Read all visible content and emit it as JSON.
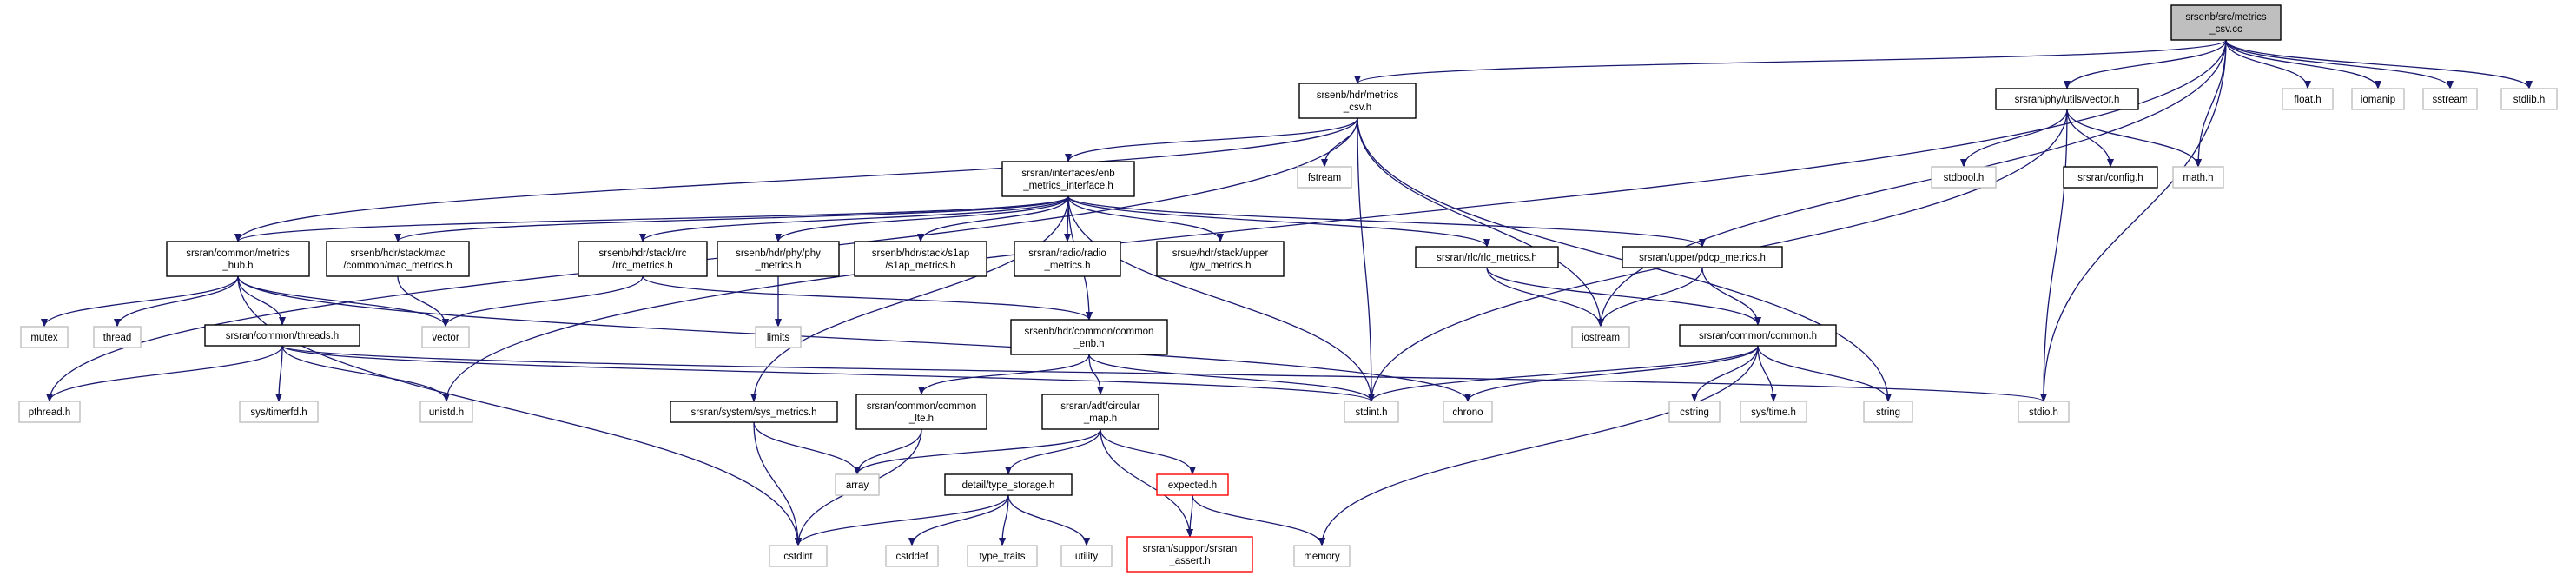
{
  "colors": {
    "edge": "#191970",
    "root_fill": "#bfbfbf",
    "node_border": "#000000",
    "external_border": "#bfbfbf",
    "error_border": "#ff0000"
  },
  "nodes": [
    {
      "id": "root",
      "lines": [
        "srsenb/src/metrics",
        "_csv.cc"
      ],
      "style": "root"
    },
    {
      "id": "metrics_csv",
      "lines": [
        "srsenb/hdr/metrics",
        "_csv.h"
      ],
      "style": "normal"
    },
    {
      "id": "vector_h",
      "lines": [
        "srsran/phy/utils/vector.h"
      ],
      "style": "normal"
    },
    {
      "id": "float_h",
      "lines": [
        "float.h"
      ],
      "style": "external"
    },
    {
      "id": "iomanip",
      "lines": [
        "iomanip"
      ],
      "style": "external"
    },
    {
      "id": "sstream",
      "lines": [
        "sstream"
      ],
      "style": "external"
    },
    {
      "id": "stdlib_h",
      "lines": [
        "stdlib.h"
      ],
      "style": "external"
    },
    {
      "id": "enb_metrics_interface",
      "lines": [
        "srsran/interfaces/enb",
        "_metrics_interface.h"
      ],
      "style": "normal"
    },
    {
      "id": "fstream",
      "lines": [
        "fstream"
      ],
      "style": "external"
    },
    {
      "id": "stdbool_h",
      "lines": [
        "stdbool.h"
      ],
      "style": "external"
    },
    {
      "id": "config_h",
      "lines": [
        "srsran/config.h"
      ],
      "style": "normal"
    },
    {
      "id": "math_h",
      "lines": [
        "math.h"
      ],
      "style": "external"
    },
    {
      "id": "metrics_hub",
      "lines": [
        "srsran/common/metrics",
        "_hub.h"
      ],
      "style": "normal"
    },
    {
      "id": "mac_metrics",
      "lines": [
        "srsenb/hdr/stack/mac",
        "/common/mac_metrics.h"
      ],
      "style": "normal"
    },
    {
      "id": "rrc_metrics",
      "lines": [
        "srsenb/hdr/stack/rrc",
        "/rrc_metrics.h"
      ],
      "style": "normal"
    },
    {
      "id": "phy_metrics",
      "lines": [
        "srsenb/hdr/phy/phy",
        "_metrics.h"
      ],
      "style": "normal"
    },
    {
      "id": "s1ap_metrics",
      "lines": [
        "srsenb/hdr/stack/s1ap",
        "/s1ap_metrics.h"
      ],
      "style": "normal"
    },
    {
      "id": "radio_metrics",
      "lines": [
        "srsran/radio/radio",
        "_metrics.h"
      ],
      "style": "normal"
    },
    {
      "id": "gw_metrics",
      "lines": [
        "srsue/hdr/stack/upper",
        "/gw_metrics.h"
      ],
      "style": "normal"
    },
    {
      "id": "rlc_metrics",
      "lines": [
        "srsran/rlc/rlc_metrics.h"
      ],
      "style": "normal"
    },
    {
      "id": "pdcp_metrics",
      "lines": [
        "srsran/upper/pdcp_metrics.h"
      ],
      "style": "normal"
    },
    {
      "id": "mutex",
      "lines": [
        "mutex"
      ],
      "style": "external"
    },
    {
      "id": "thread",
      "lines": [
        "thread"
      ],
      "style": "external"
    },
    {
      "id": "vector",
      "lines": [
        "vector"
      ],
      "style": "external"
    },
    {
      "id": "limits",
      "lines": [
        "limits"
      ],
      "style": "external"
    },
    {
      "id": "common_enb",
      "lines": [
        "srsenb/hdr/common/common",
        "_enb.h"
      ],
      "style": "normal"
    },
    {
      "id": "iostream",
      "lines": [
        "iostream"
      ],
      "style": "external"
    },
    {
      "id": "common_h",
      "lines": [
        "srsran/common/common.h"
      ],
      "style": "normal"
    },
    {
      "id": "threads_h",
      "lines": [
        "srsran/common/threads.h"
      ],
      "style": "normal"
    },
    {
      "id": "pthread_h",
      "lines": [
        "pthread.h"
      ],
      "style": "external"
    },
    {
      "id": "sys_timerfd",
      "lines": [
        "sys/timerfd.h"
      ],
      "style": "external"
    },
    {
      "id": "unistd_h",
      "lines": [
        "unistd.h"
      ],
      "style": "external"
    },
    {
      "id": "sys_metrics",
      "lines": [
        "srsran/system/sys_metrics.h"
      ],
      "style": "normal"
    },
    {
      "id": "common_lte",
      "lines": [
        "srsran/common/common",
        "_lte.h"
      ],
      "style": "normal"
    },
    {
      "id": "circular_map",
      "lines": [
        "srsran/adt/circular",
        "_map.h"
      ],
      "style": "normal"
    },
    {
      "id": "stdint_h",
      "lines": [
        "stdint.h"
      ],
      "style": "external"
    },
    {
      "id": "chrono",
      "lines": [
        "chrono"
      ],
      "style": "external"
    },
    {
      "id": "cstring",
      "lines": [
        "cstring"
      ],
      "style": "external"
    },
    {
      "id": "sys_time",
      "lines": [
        "sys/time.h"
      ],
      "style": "external"
    },
    {
      "id": "string",
      "lines": [
        "string"
      ],
      "style": "external"
    },
    {
      "id": "stdio_h",
      "lines": [
        "stdio.h"
      ],
      "style": "external"
    },
    {
      "id": "array",
      "lines": [
        "array"
      ],
      "style": "external"
    },
    {
      "id": "type_storage",
      "lines": [
        "detail/type_storage.h"
      ],
      "style": "normal"
    },
    {
      "id": "expected_h",
      "lines": [
        "expected.h"
      ],
      "style": "error"
    },
    {
      "id": "cstdint",
      "lines": [
        "cstdint"
      ],
      "style": "external"
    },
    {
      "id": "cstddef",
      "lines": [
        "cstddef"
      ],
      "style": "external"
    },
    {
      "id": "type_traits",
      "lines": [
        "type_traits"
      ],
      "style": "external"
    },
    {
      "id": "utility",
      "lines": [
        "utility"
      ],
      "style": "external"
    },
    {
      "id": "srsran_assert",
      "lines": [
        "srsran/support/srsran",
        "_assert.h"
      ],
      "style": "error"
    },
    {
      "id": "memory",
      "lines": [
        "memory"
      ],
      "style": "external"
    }
  ],
  "edges": [
    [
      "root",
      "metrics_csv"
    ],
    [
      "root",
      "vector_h"
    ],
    [
      "root",
      "float_h"
    ],
    [
      "root",
      "iomanip"
    ],
    [
      "root",
      "sstream"
    ],
    [
      "root",
      "stdlib_h"
    ],
    [
      "root",
      "math_h"
    ],
    [
      "root",
      "stdio_h"
    ],
    [
      "root",
      "iostream"
    ],
    [
      "root",
      "unistd_h"
    ],
    [
      "metrics_csv",
      "enb_metrics_interface"
    ],
    [
      "metrics_csv",
      "fstream"
    ],
    [
      "metrics_csv",
      "metrics_hub"
    ],
    [
      "metrics_csv",
      "pthread_h"
    ],
    [
      "metrics_csv",
      "stdint_h"
    ],
    [
      "metrics_csv",
      "iostream"
    ],
    [
      "metrics_csv",
      "string"
    ],
    [
      "vector_h",
      "stdbool_h"
    ],
    [
      "vector_h",
      "config_h"
    ],
    [
      "vector_h",
      "math_h"
    ],
    [
      "vector_h",
      "stdio_h"
    ],
    [
      "vector_h",
      "stdint_h"
    ],
    [
      "enb_metrics_interface",
      "metrics_hub"
    ],
    [
      "enb_metrics_interface",
      "mac_metrics"
    ],
    [
      "enb_metrics_interface",
      "rrc_metrics"
    ],
    [
      "enb_metrics_interface",
      "phy_metrics"
    ],
    [
      "enb_metrics_interface",
      "s1ap_metrics"
    ],
    [
      "enb_metrics_interface",
      "radio_metrics"
    ],
    [
      "enb_metrics_interface",
      "gw_metrics"
    ],
    [
      "enb_metrics_interface",
      "rlc_metrics"
    ],
    [
      "enb_metrics_interface",
      "pdcp_metrics"
    ],
    [
      "enb_metrics_interface",
      "sys_metrics"
    ],
    [
      "enb_metrics_interface",
      "common_enb"
    ],
    [
      "enb_metrics_interface",
      "stdint_h"
    ],
    [
      "metrics_hub",
      "mutex"
    ],
    [
      "metrics_hub",
      "thread"
    ],
    [
      "metrics_hub",
      "vector"
    ],
    [
      "metrics_hub",
      "threads_h"
    ],
    [
      "metrics_hub",
      "chrono"
    ],
    [
      "metrics_hub",
      "cstdint"
    ],
    [
      "mac_metrics",
      "vector"
    ],
    [
      "rrc_metrics",
      "vector"
    ],
    [
      "rrc_metrics",
      "common_enb"
    ],
    [
      "phy_metrics",
      "limits"
    ],
    [
      "rlc_metrics",
      "iostream"
    ],
    [
      "rlc_metrics",
      "common_h"
    ],
    [
      "pdcp_metrics",
      "iostream"
    ],
    [
      "pdcp_metrics",
      "common_h"
    ],
    [
      "common_enb",
      "common_lte"
    ],
    [
      "common_enb",
      "circular_map"
    ],
    [
      "common_enb",
      "stdint_h"
    ],
    [
      "common_h",
      "stdint_h"
    ],
    [
      "common_h",
      "chrono"
    ],
    [
      "common_h",
      "cstring"
    ],
    [
      "common_h",
      "sys_time"
    ],
    [
      "common_h",
      "string"
    ],
    [
      "common_h",
      "memory"
    ],
    [
      "threads_h",
      "pthread_h"
    ],
    [
      "threads_h",
      "sys_timerfd"
    ],
    [
      "threads_h",
      "unistd_h"
    ],
    [
      "threads_h",
      "stdint_h"
    ],
    [
      "threads_h",
      "stdio_h"
    ],
    [
      "sys_metrics",
      "array"
    ],
    [
      "sys_metrics",
      "cstdint"
    ],
    [
      "common_lte",
      "array"
    ],
    [
      "common_lte",
      "cstdint"
    ],
    [
      "circular_map",
      "array"
    ],
    [
      "circular_map",
      "type_storage"
    ],
    [
      "circular_map",
      "expected_h"
    ],
    [
      "circular_map",
      "srsran_assert"
    ],
    [
      "type_storage",
      "cstdint"
    ],
    [
      "type_storage",
      "cstddef"
    ],
    [
      "type_storage",
      "type_traits"
    ],
    [
      "type_storage",
      "utility"
    ],
    [
      "expected_h",
      "srsran_assert"
    ],
    [
      "expected_h",
      "memory"
    ]
  ]
}
